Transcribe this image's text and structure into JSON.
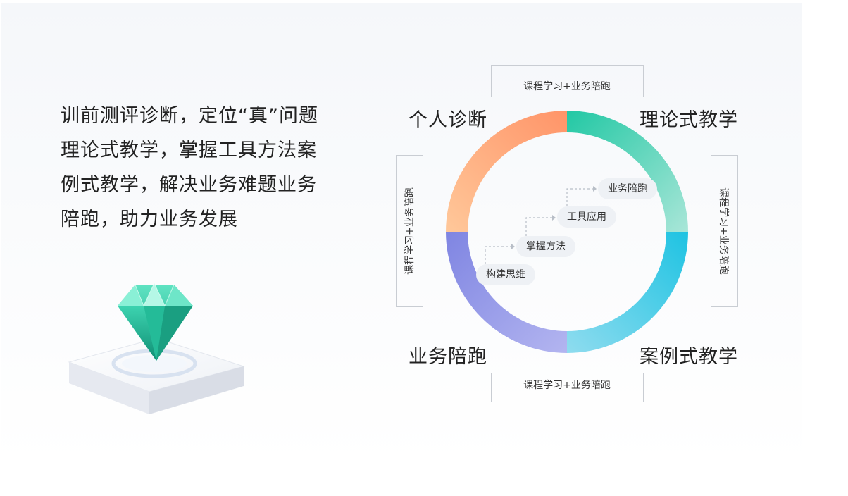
{
  "intro": {
    "lines": [
      "训前测评诊断，定位“真”问题",
      "理论式教学，掌握工具方法案",
      "例式教学，解决业务难题业务",
      "陪跑，助力业务发展"
    ]
  },
  "diagram": {
    "frame_labels": {
      "top": "课程学习+业务陪跑",
      "bottom": "课程学习+业务陪跑",
      "left": "课程学习+业务陪跑",
      "right": "课程学习+业务陪跑"
    },
    "quadrants": {
      "top_left": "个人诊断",
      "top_right": "理论式教学",
      "bottom_left": "业务陪跑",
      "bottom_right": "案例式教学"
    },
    "steps": [
      "构建思维",
      "掌握方法",
      "工具应用",
      "业务陪跑"
    ],
    "colors": {
      "orange": "#ff9e6e",
      "green": "#2ec9a6",
      "blue": "#2bc4e3",
      "purple": "#8b8ee6",
      "frame": "#c9cdd3",
      "step_bg": "#eef1f5"
    }
  }
}
